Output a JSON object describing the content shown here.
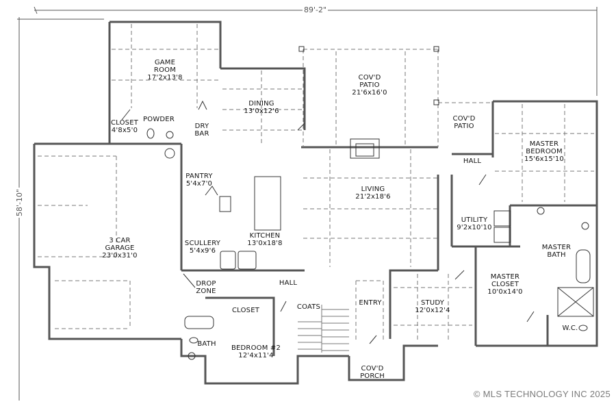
{
  "plan": {
    "overall_width": "89'-2\"",
    "overall_depth": "58'-10\"",
    "colors": {
      "wall": "#555555",
      "line": "#222222",
      "dash": "#777777",
      "copyright": "#7a7a7a"
    }
  },
  "rooms": [
    {
      "id": "game-room",
      "name": "GAME ROOM",
      "dims": "17'2x13'8"
    },
    {
      "id": "dining",
      "name": "DINING",
      "dims": "13'0x12'6"
    },
    {
      "id": "covd-patio-main",
      "name": "COV'D PATIO",
      "dims": "21'6x16'0"
    },
    {
      "id": "covd-patio-small",
      "name": "COV'D PATIO",
      "dims": ""
    },
    {
      "id": "master-bedroom",
      "name": "MASTER BEDROOM",
      "dims": "15'6x15'10"
    },
    {
      "id": "hall-master",
      "name": "HALL",
      "dims": ""
    },
    {
      "id": "closet",
      "name": "CLOSET",
      "dims": "4'8x5'0"
    },
    {
      "id": "powder",
      "name": "POWDER",
      "dims": ""
    },
    {
      "id": "dry-bar",
      "name": "DRY BAR",
      "dims": ""
    },
    {
      "id": "pantry",
      "name": "PANTRY",
      "dims": "5'4x7'0"
    },
    {
      "id": "garage",
      "name": "3 CAR GARAGE",
      "dims": "23'0x31'0"
    },
    {
      "id": "kitchen",
      "name": "KITCHEN",
      "dims": "13'0x18'8"
    },
    {
      "id": "scullery",
      "name": "SCULLERY",
      "dims": "5'4x9'6"
    },
    {
      "id": "living",
      "name": "LIVING",
      "dims": "21'2x18'6"
    },
    {
      "id": "utility",
      "name": "UTILITY",
      "dims": "9'2x10'10"
    },
    {
      "id": "master-bath",
      "name": "MASTER BATH",
      "dims": ""
    },
    {
      "id": "master-closet",
      "name": "MASTER CLOSET",
      "dims": "10'0x14'0"
    },
    {
      "id": "drop-zone",
      "name": "DROP ZONE",
      "dims": ""
    },
    {
      "id": "hall",
      "name": "HALL",
      "dims": ""
    },
    {
      "id": "entry",
      "name": "ENTRY",
      "dims": ""
    },
    {
      "id": "study",
      "name": "STUDY",
      "dims": "12'0x12'4"
    },
    {
      "id": "coats",
      "name": "COATS",
      "dims": ""
    },
    {
      "id": "closet-bed2",
      "name": "CLOSET",
      "dims": ""
    },
    {
      "id": "bath",
      "name": "BATH",
      "dims": ""
    },
    {
      "id": "bedroom-2",
      "name": "BEDROOM #2",
      "dims": "12'4x11'4"
    },
    {
      "id": "covd-porch",
      "name": "COV'D PORCH",
      "dims": ""
    },
    {
      "id": "wc",
      "name": "W.C.",
      "dims": ""
    }
  ],
  "copyright": "© MLS TECHNOLOGY INC 2025"
}
